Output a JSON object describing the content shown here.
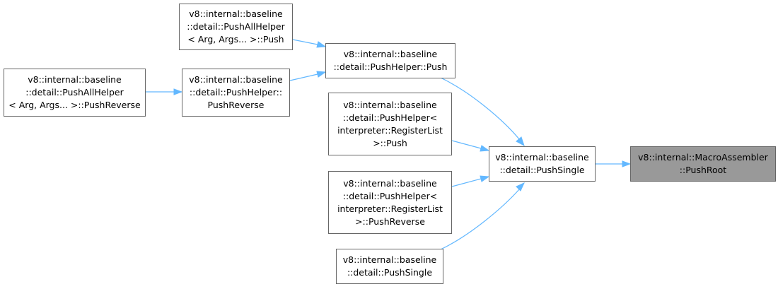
{
  "nodes": {
    "root": {
      "lines": [
        "v8::internal::MacroAssembler",
        "::PushRoot"
      ]
    },
    "push_single_main": {
      "lines": [
        "v8::internal::baseline",
        "::detail::PushSingle"
      ]
    },
    "push_helper_push": {
      "lines": [
        "v8::internal::baseline",
        "::detail::PushHelper::Push"
      ]
    },
    "push_all_helper_push": {
      "lines": [
        "v8::internal::baseline",
        "::detail::PushAllHelper",
        "< Arg, Args... >::Push"
      ]
    },
    "push_helper_push_reverse": {
      "lines": [
        "v8::internal::baseline",
        "::detail::PushHelper::",
        "PushReverse"
      ]
    },
    "push_all_helper_push_reverse": {
      "lines": [
        "v8::internal::baseline",
        "::detail::PushAllHelper",
        "< Arg, Args... >::PushReverse"
      ]
    },
    "push_helper_reglist_push": {
      "lines": [
        "v8::internal::baseline",
        "::detail::PushHelper<",
        "interpreter::RegisterList",
        ">::Push"
      ]
    },
    "push_helper_reglist_push_reverse": {
      "lines": [
        "v8::internal::baseline",
        "::detail::PushHelper<",
        "interpreter::RegisterList",
        ">::PushReverse"
      ]
    },
    "push_single_caller": {
      "lines": [
        "v8::internal::baseline",
        "::detail::PushSingle"
      ]
    }
  },
  "colors": {
    "edge": "#63b8ff",
    "root_fill": "#999999",
    "border": "#666666"
  }
}
